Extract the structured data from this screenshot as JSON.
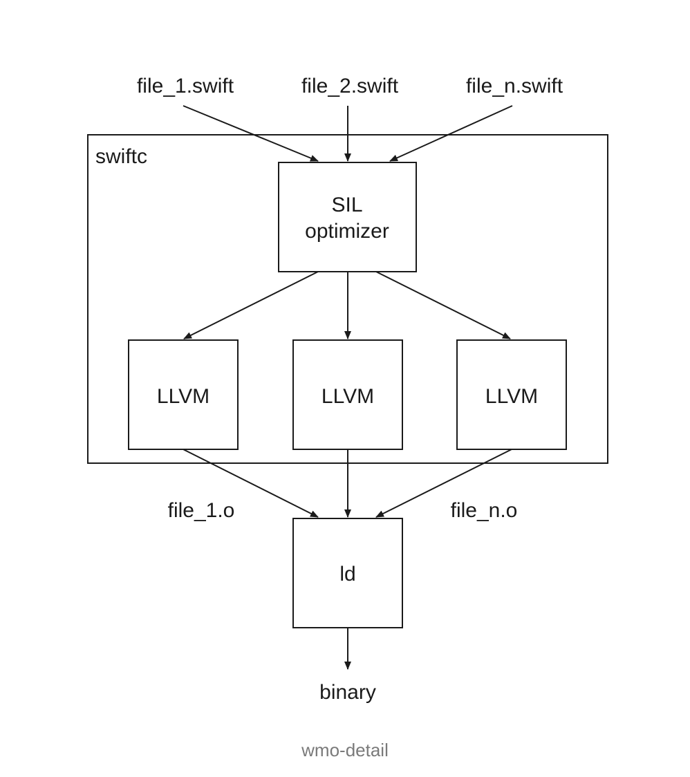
{
  "inputs": {
    "file_1": "file_1.swift",
    "file_2": "file_2.swift",
    "file_n": "file_n.swift"
  },
  "compiler": {
    "label": "swiftc",
    "sil_optimizer_line1": "SIL",
    "sil_optimizer_line2": "optimizer",
    "llvm_1": "LLVM",
    "llvm_2": "LLVM",
    "llvm_3": "LLVM"
  },
  "objects": {
    "file_1_o": "file_1.o",
    "file_n_o": "file_n.o"
  },
  "linker": {
    "label": "ld"
  },
  "output": {
    "label": "binary"
  },
  "caption": "wmo-detail"
}
